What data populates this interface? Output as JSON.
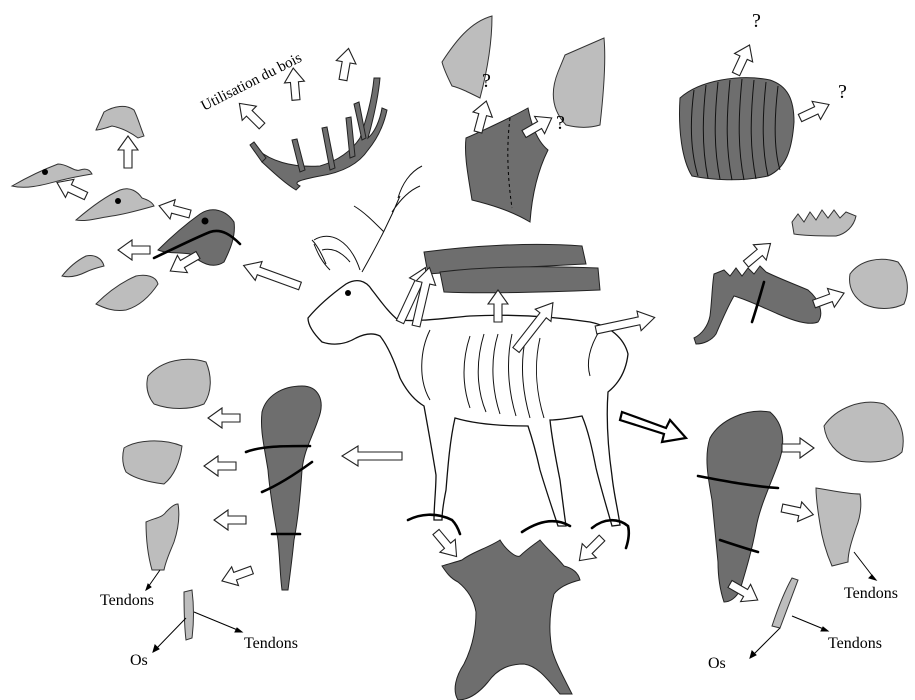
{
  "labels": {
    "antler_use": "Utilisation du bois",
    "question_1": "?",
    "question_2": "?",
    "question_3": "?",
    "question_4": "?",
    "tendons_1": "Tendons",
    "os_1": "Os",
    "tendons_2": "Tendons",
    "tendons_3": "Tendons",
    "os_2": "Os",
    "tendons_4": "Tendons"
  },
  "colors": {
    "dark_part": "#6e6e6e",
    "light_part": "#bdbdbd",
    "outline": "#222222"
  }
}
